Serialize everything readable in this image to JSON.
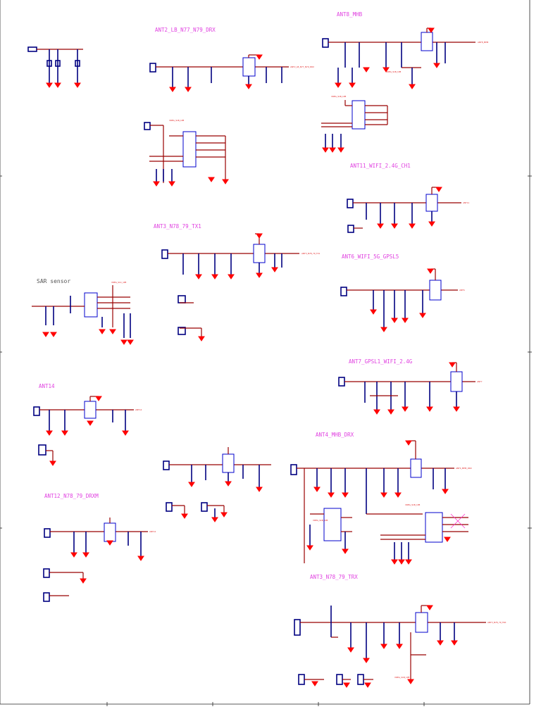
{
  "sections": {
    "ant8": "ANT8_MHB",
    "ant2": "ANT2_LB_N77_N79_DRX",
    "ant11": "ANT11_WIFI_2.4G_CH1",
    "ant3_tx": "ANT3_N78_79_TX1",
    "sar": "SAR sensor",
    "ant6": "ANT6_WIFI_5G_GPSL5",
    "ant7": "ANT7_GPSL1_WIFI_2.4G",
    "ant14": "ANT14",
    "ant4": "ANT4_MHB_DRX",
    "ant12": "ANT12_N78_79_DRXM",
    "ant3_trx": "ANT3_N78_79_TRX"
  }
}
